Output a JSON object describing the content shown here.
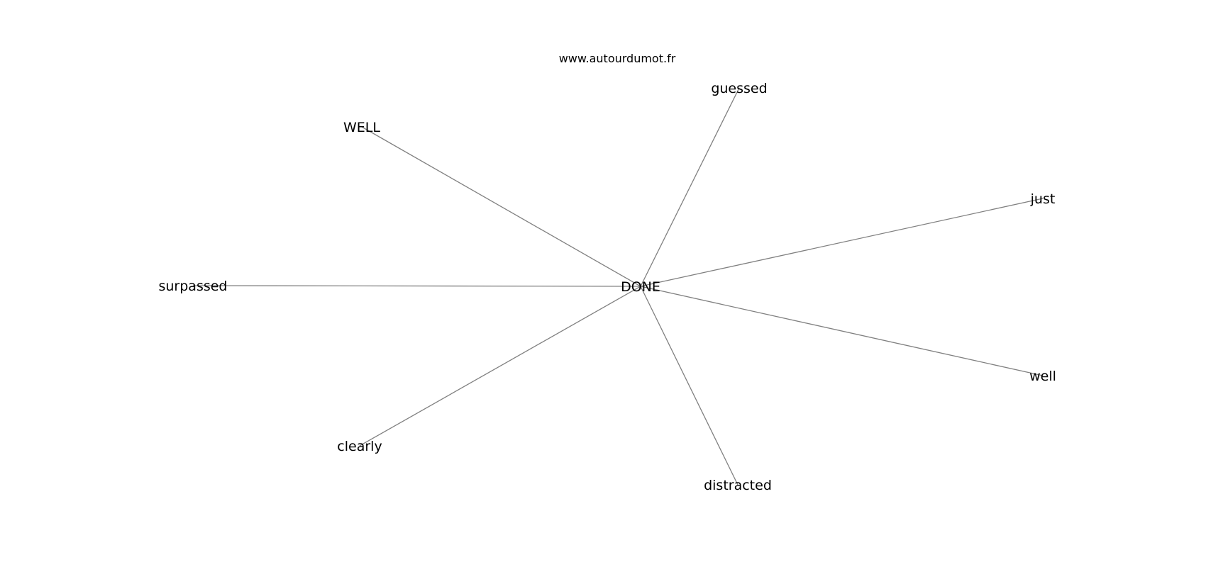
{
  "watermark": "www.autourdumot.fr",
  "center": {
    "id": "DONE",
    "label": "DONE"
  },
  "nodes": [
    {
      "id": "guessed",
      "label": "guessed"
    },
    {
      "id": "WELL",
      "label": "WELL"
    },
    {
      "id": "just",
      "label": "just"
    },
    {
      "id": "surpassed",
      "label": "surpassed"
    },
    {
      "id": "well",
      "label": "well"
    },
    {
      "id": "clearly",
      "label": "clearly"
    },
    {
      "id": "distracted",
      "label": "distracted"
    }
  ],
  "edges": [
    [
      "DONE",
      "guessed"
    ],
    [
      "DONE",
      "WELL"
    ],
    [
      "DONE",
      "just"
    ],
    [
      "DONE",
      "surpassed"
    ],
    [
      "DONE",
      "well"
    ],
    [
      "DONE",
      "clearly"
    ],
    [
      "DONE",
      "distracted"
    ]
  ],
  "colors": {
    "edge": "#808080",
    "text": "#000000",
    "background": "#ffffff"
  }
}
